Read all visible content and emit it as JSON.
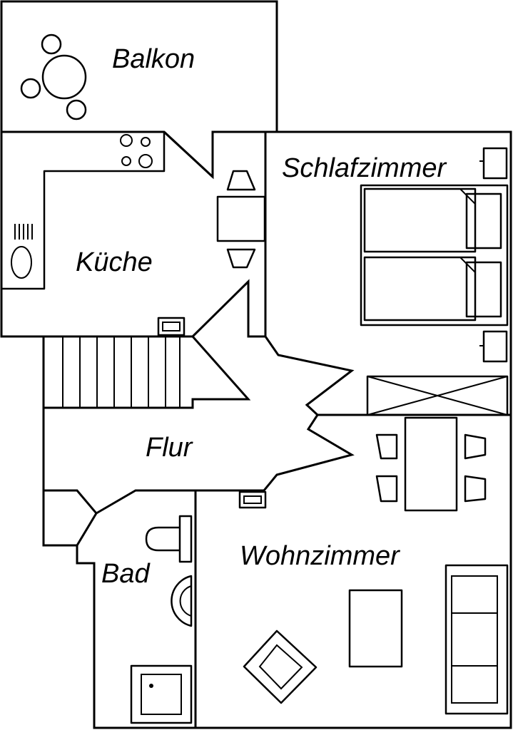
{
  "floor_plan": {
    "rooms": {
      "balkon": "Balkon",
      "kueche": "Küche",
      "schlafzimmer": "Schlafzimmer",
      "flur": "Flur",
      "bad": "Bad",
      "wohnzimmer": "Wohnzimmer"
    },
    "colors": {
      "line": "#000000",
      "background": "#ffffff"
    }
  }
}
